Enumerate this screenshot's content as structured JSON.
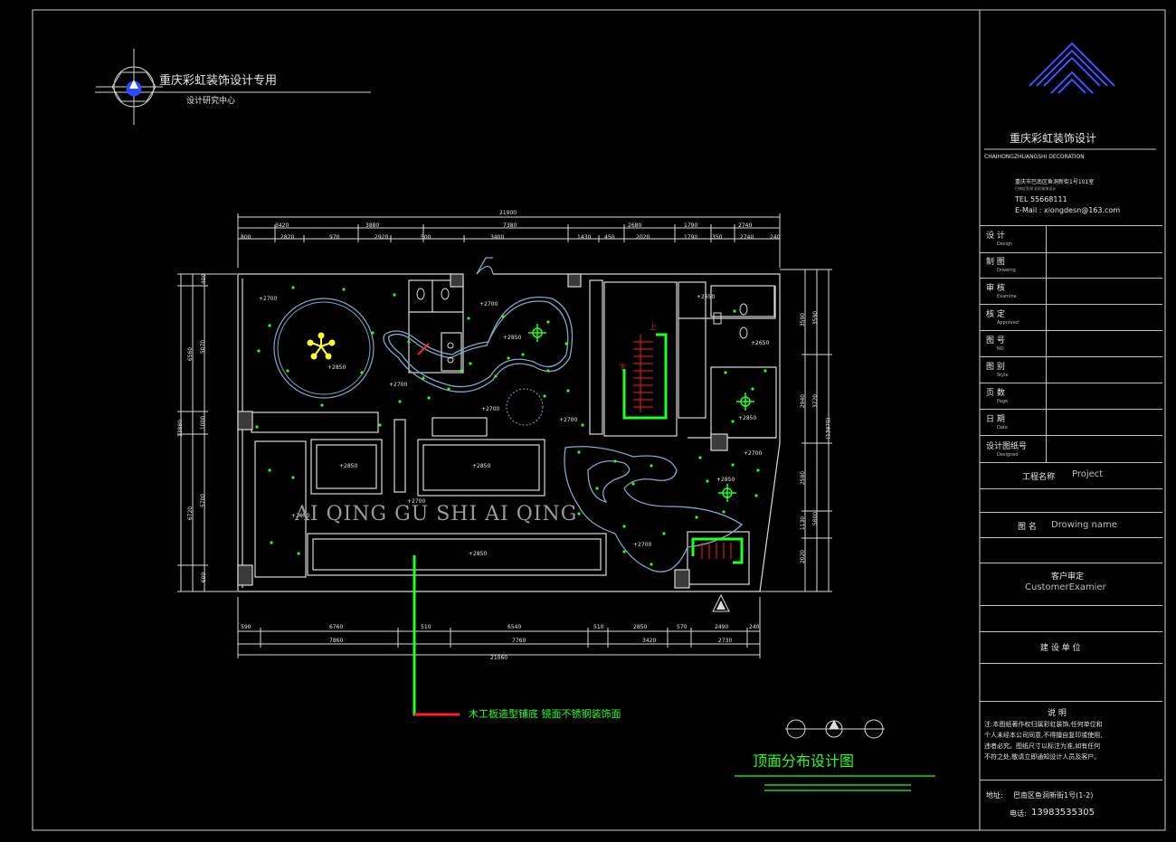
{
  "header": {
    "company_special": "重庆彩虹装饰设计专用",
    "center_name": "设计研究中心"
  },
  "title_block": {
    "company_name": "重庆彩虹装饰设计",
    "company_en": "CHAIHONGZHUANGSHI DECORATION",
    "address": "重庆市巴南区鱼洞新街1号101室",
    "address_small": "巴南区鱼洞 彩虹装饰设计",
    "tel": "TEL  55668111",
    "email": "E-Mail : xiongdesn@163.com",
    "rows": [
      {
        "label": "设 计",
        "sub": "Design"
      },
      {
        "label": "制 图",
        "sub": "Drawing"
      },
      {
        "label": "审 核",
        "sub": "Examine"
      },
      {
        "label": "核 定",
        "sub": "Approved"
      },
      {
        "label": "图 号",
        "sub": "NO"
      },
      {
        "label": "图 别",
        "sub": "Style"
      },
      {
        "label": "页 数",
        "sub": "Page"
      },
      {
        "label": "日 期",
        "sub": "Date"
      },
      {
        "label": "设计图纸号",
        "sub": "Designed"
      }
    ],
    "project_label": "工程名称",
    "project_en": "Project",
    "drawing_label": "图 名",
    "drawing_en": "Drowing name",
    "customer_label": "客户审定",
    "customer_en": "CustomerExamier",
    "build_label": "建 设 单 位",
    "notes_title": "说     明",
    "notes_text": "注:本图纸著作权归属彩虹装饰,任何单位和个人未经本公司同意,不得擅自复印或使用,违者必究。图纸尺寸以标注为准,如有任何不符之处,敬请立即通知设计人员及客户。",
    "addr_label": "地址:",
    "addr_value": "巴南区鱼洞新街1号(1-2)",
    "phone_label": "电话:",
    "phone_value": "13983535305"
  },
  "plan": {
    "top_dims_row1_total": "21900",
    "top_dims_row2": [
      "3420",
      "3880",
      "7380",
      "2680",
      "1790",
      "2740"
    ],
    "top_dims_row3": [
      "800",
      "2820",
      "970",
      "2920",
      "500",
      "3400",
      "1430",
      "450",
      "2020",
      "1790",
      "350",
      "2740",
      "240"
    ],
    "bottom_dims_row1": [
      "590",
      "6760",
      "510",
      "6540",
      "510",
      "2850",
      "570",
      "2490",
      "240"
    ],
    "bottom_dims_row2": [
      "7860",
      "7760",
      "3420",
      "2730"
    ],
    "bottom_dims_total": "21060",
    "left_dims_outer": "13880",
    "left_dims_mid": [
      "6560",
      "6720"
    ],
    "left_dims_inner": [
      "400",
      "5070",
      "1000",
      "5700",
      "600"
    ],
    "right_dims_outer": "(13870)",
    "right_dims_mid": [
      "3590",
      "3720",
      "5800"
    ],
    "right_dims_inner": [
      "3590",
      "2940",
      "2580",
      "1130",
      "2020"
    ],
    "ceiling_levels": [
      "+2700",
      "+2700",
      "+2850",
      "+2700",
      "+2700",
      "+2700",
      "+2650",
      "+2850",
      "+2850",
      "+2850",
      "+2700",
      "+2850",
      "+2650",
      "+2850",
      "+2700",
      "+2700",
      "+2850",
      "+2650"
    ],
    "big_text": "AI QING GU SHI AI QING",
    "stair_up": "上",
    "stair_down": "下",
    "annotation": "木工板造型铺底 镜面不锈钢装饰面",
    "drawing_title": "顶面分布设计图"
  },
  "colors": {
    "green": "#22ff22",
    "red": "#ff2020",
    "yellow": "#ffff33",
    "blue": "#3850ff",
    "cyan": "#7fa7c8",
    "line": "#d8d8d8"
  }
}
